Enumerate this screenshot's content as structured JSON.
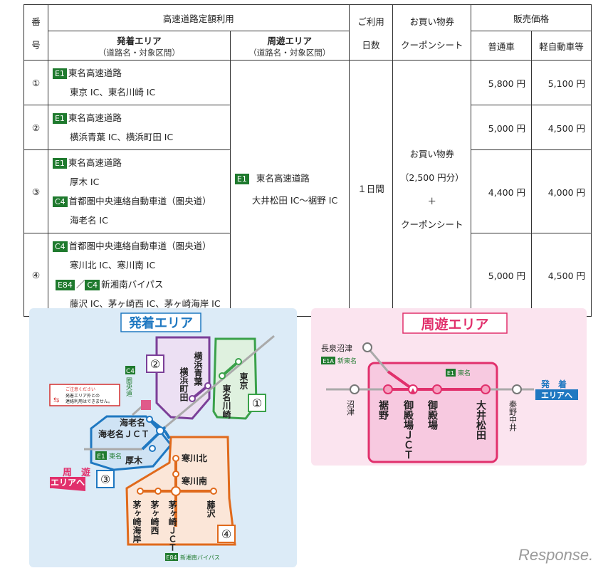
{
  "table": {
    "headers": {
      "no_top": "番",
      "no_bottom": "号",
      "highway": "高速道路定額利用",
      "arrival_area": "発着エリア",
      "arrival_sub": "（道路名・対象区間）",
      "tour_area": "周遊エリア",
      "tour_sub": "（道路名・対象区間）",
      "days_top": "ご利用",
      "days_bottom": "日数",
      "coupon_top": "お買い物券",
      "coupon_bottom": "クーポンシート",
      "price": "販売価格",
      "regular": "普通車",
      "kei": "軽自動車等"
    },
    "rows": [
      {
        "no": "①",
        "lines": [
          {
            "badge": "E1",
            "text": "東名高速道路"
          },
          {
            "text": "東京 IC、東名川崎 IC"
          }
        ],
        "regular": "5,800 円",
        "kei": "5,100 円"
      },
      {
        "no": "②",
        "lines": [
          {
            "badge": "E1",
            "text": "東名高速道路"
          },
          {
            "text": "横浜青葉 IC、横浜町田 IC"
          }
        ],
        "regular": "5,000 円",
        "kei": "4,500 円"
      },
      {
        "no": "③",
        "lines": [
          {
            "badge": "E1",
            "text": "東名高速道路"
          },
          {
            "text": "厚木 IC"
          },
          {
            "badge": "C4",
            "text": "首都圏中央連絡自動車道（圏央道）"
          },
          {
            "text": "海老名 IC"
          }
        ],
        "regular": "4,400 円",
        "kei": "4,000 円"
      },
      {
        "no": "④",
        "lines": [
          {
            "badge": "C4",
            "text": "首都圏中央連絡自動車道（圏央道）"
          },
          {
            "text": "寒川北 IC、寒川南 IC"
          },
          {
            "badge": "E84",
            "badge2": "C4",
            "sep": "／",
            "text": "新湘南バイパス"
          },
          {
            "text": "藤沢 IC、茅ヶ崎西 IC、茅ヶ崎海岸 IC"
          }
        ],
        "regular": "5,000 円",
        "kei": "4,500 円"
      }
    ],
    "tour": {
      "badge": "E1",
      "road": "東名高速道路",
      "section": "大井松田 IC～裾野 IC"
    },
    "days": "１日間",
    "coupon": [
      "お買い物券",
      "（2,500 円分）",
      "＋",
      "クーポンシート"
    ]
  },
  "map_left": {
    "title": "発着エリア",
    "warning": [
      "ご注意ください",
      "発着エリア外との",
      "連絡利用はできません。"
    ],
    "badges": {
      "e1": "E1",
      "e1_label": "東名",
      "c4": "C4",
      "c4_label": "圏央道",
      "e84": "E84",
      "e84_label": "新湘南バイパス"
    },
    "stations": {
      "tokyo": "東京",
      "kawasaki": "東名川崎",
      "aoba": "横浜青葉",
      "machida": "横浜町田",
      "ebina": "海老名",
      "ebina_jct": "海老名ＪＣＴ",
      "atsugi": "厚木",
      "samukawa_n": "寒川北",
      "samukawa_s": "寒川南",
      "chigasaki_k": "茅ヶ崎海岸",
      "chigasaki_w": "茅ヶ崎西",
      "chigasaki_jct": "茅ヶ崎ＪＣＴ",
      "fujisawa": "藤沢"
    },
    "tour_link": [
      "周　遊",
      "エリアへ"
    ],
    "nums": [
      "①",
      "②",
      "③",
      "④"
    ]
  },
  "map_right": {
    "title": "周遊エリア",
    "badges": {
      "e1a": "E1A",
      "e1a_label": "新東名",
      "e1": "E1",
      "e1_label": "東名"
    },
    "stations": {
      "nagaizumi": "長泉沼津",
      "numazu": "沼津",
      "susono": "裾野",
      "gotemba_jct": "御殿場ＪＣＴ",
      "gotemba": "御殿場",
      "oimatsuda": "大井松田",
      "hadano": "秦野中井"
    },
    "arrival_link": [
      "発　着",
      "エリアへ"
    ]
  },
  "watermark": "Response.",
  "colors": {
    "green": "#1f7a2e",
    "purple": "#7b3f98",
    "blue": "#1f78c1",
    "orange": "#e06a1c",
    "pink": "#e1306c",
    "gray": "#999999"
  }
}
